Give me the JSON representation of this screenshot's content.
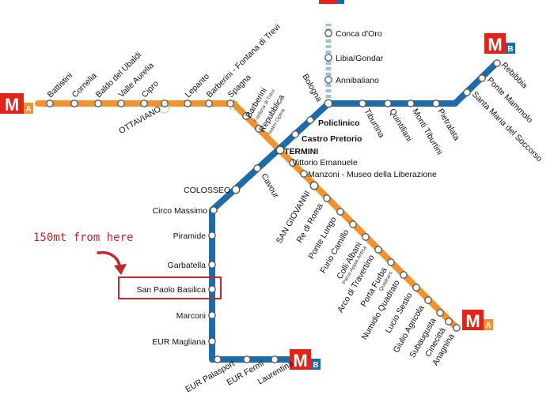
{
  "colors": {
    "lineA": "#F3922E",
    "lineB": "#1D6BA8",
    "lineB1": "#9CC3DE",
    "metroRed": "#E2231A",
    "highlight": "#C1272D"
  },
  "icons": {
    "metro_logo": "metro-m-logo",
    "arrow": "curved-red-arrow"
  },
  "logos": {
    "letter": "M",
    "line_a": "A",
    "line_b": "B"
  },
  "stations": {
    "battistini": "Battistini",
    "cornelia": "Cornelia",
    "baldo": "Baldo del Ubaldi",
    "valle_aurelia": "Valle Aurelia",
    "cipro": "Cipro",
    "ottaviano": "OTTAVIANO",
    "lepanto": "Lepanto",
    "barberini_fontana": "Barberini - Fontana di Trevi",
    "spagna": "Spagna",
    "barberini": "Barberini",
    "fontana_di_trevi": "Fontana di Trevi",
    "repubblica": "Repubblica",
    "teatro_opera": "Teatro Opera",
    "castro_pretorio": "Castro Pretorio",
    "termini": "TERMINI",
    "vittorio": "Vittorio Emanuele",
    "manzoni": "Manzoni - Museo della Liberazione",
    "cavour": "Cavour",
    "colosseo": "COLOSSEO",
    "circo_massimo": "Circo Massimo",
    "piramide": "Piramide",
    "garbatella": "Garbatella",
    "san_paolo": "San Paolo Basilica",
    "marconi": "Marconi",
    "eur_magliana": "EUR Magliana",
    "palasport": "EUR Palasport",
    "eur_fermi": "EUR Fermi",
    "laurentina": "Laurentina",
    "conca_doro": "Conca d'Oro",
    "libia": "Libia/Gondar",
    "annibaliano": "Annibaliano",
    "bologna": "Bologna",
    "policlinico": "Policlinico",
    "tiburtina": "Tiburtina",
    "quintiliani": "Quintiliani",
    "monti_tiburtini": "Monti Tiburtini",
    "pietralata": "Pietralata",
    "santa_maria": "Santa Maria del Soccorso",
    "ponte_mammolo": "Ponte Mammolo",
    "rebibbia": "Rebibbia",
    "san_giovanni": "SAN GIOVANNI",
    "re_di_roma": "Re di Roma",
    "ponte_lungo": "Ponte Lungo",
    "furio_camillo": "Furio Camillo",
    "colli_albani": "Colli Albani",
    "parco_appia": "Parco Appia Antica",
    "arco": "Arco di Travertino",
    "porta_furba": "Porta Furba",
    "quadraro": "Quadraro",
    "numidio": "Numidio Quadrato",
    "lucio_sestio": "Lucio Sestio",
    "giulio_agricola": "Giulio Agricola",
    "subaugusta": "Subaugusta",
    "cinecitta": "Cinecittà",
    "anagnina": "Anagnina"
  },
  "annotation": {
    "text": "150mt from here"
  }
}
